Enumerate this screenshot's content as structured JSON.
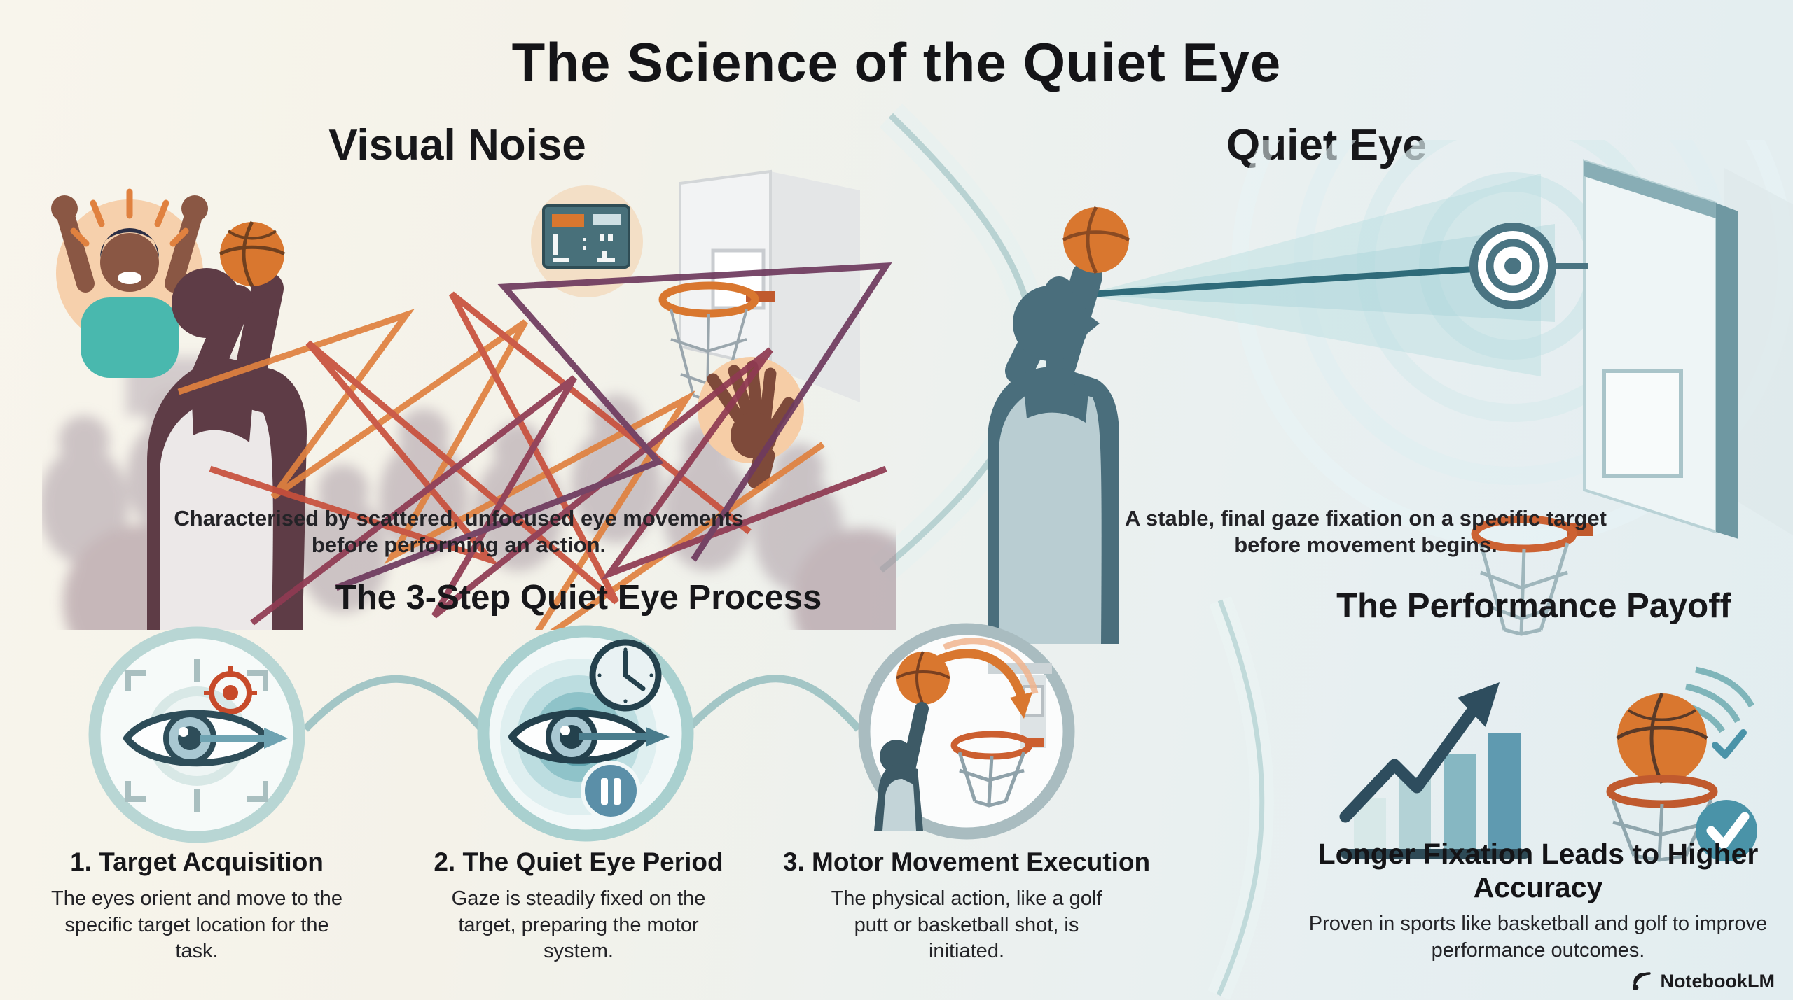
{
  "title": "The Science of the Quiet Eye",
  "visual_noise": {
    "heading": "Visual Noise",
    "caption": "Characterised by scattered, unfocused eye movements before performing an action.",
    "icons": [
      "cheering-fan-icon",
      "basketball-player-icon",
      "basketball-icon",
      "scoreboard-icon",
      "basketball-hoop-icon",
      "scattered-gaze-lines-icon",
      "waving-hand-icon",
      "crowd-silhouettes-icon"
    ]
  },
  "quiet_eye": {
    "heading": "Quiet Eye",
    "caption": "A stable, final gaze fixation on a specific target before movement begins.",
    "icons": [
      "basketball-player-icon",
      "gaze-beam-icon",
      "bullseye-target-icon",
      "basketball-hoop-icon"
    ]
  },
  "process": {
    "heading": "The 3-Step Quiet Eye Process",
    "steps": [
      {
        "label": "1. Target Acquisition",
        "description": "The eyes orient and move to the specific target location for the task.",
        "icon": "eye-target-acquisition-icon"
      },
      {
        "label": "2. The Quiet Eye Period",
        "description": "Gaze is steadily fixed on the target, preparing the motor system.",
        "icon": "eye-fixation-timer-pause-icon"
      },
      {
        "label": "3. Motor Movement Execution",
        "description": "The physical action, like a golf putt or basketball shot, is initiated.",
        "icon": "basketball-shot-execution-icon"
      }
    ]
  },
  "payoff": {
    "heading": "The Performance Payoff",
    "subheading": "Longer Fixation Leads to Higher Accuracy",
    "caption": "Proven in sports like basketball and golf to improve performance outcomes.",
    "icons": [
      "growth-chart-arrow-icon",
      "basketball-scoring-icon",
      "checkmark-icon"
    ]
  },
  "watermark": {
    "brand": "NotebookLM",
    "logo": "notebooklm-logo-icon"
  },
  "colors": {
    "text": "#1b1b1e",
    "accent_teal": "#5f9ab0",
    "dark_teal": "#2e4d59",
    "accent_orange": "#d9772f",
    "rim_orange": "#c05a2e",
    "crosshair_red": "#c74a2a",
    "line_orange": "#e0813f",
    "line_red": "#c8503c",
    "line_purple": "#6e3a5e",
    "bg_left": "#f8f5ec",
    "bg_right": "#e2edf0"
  }
}
